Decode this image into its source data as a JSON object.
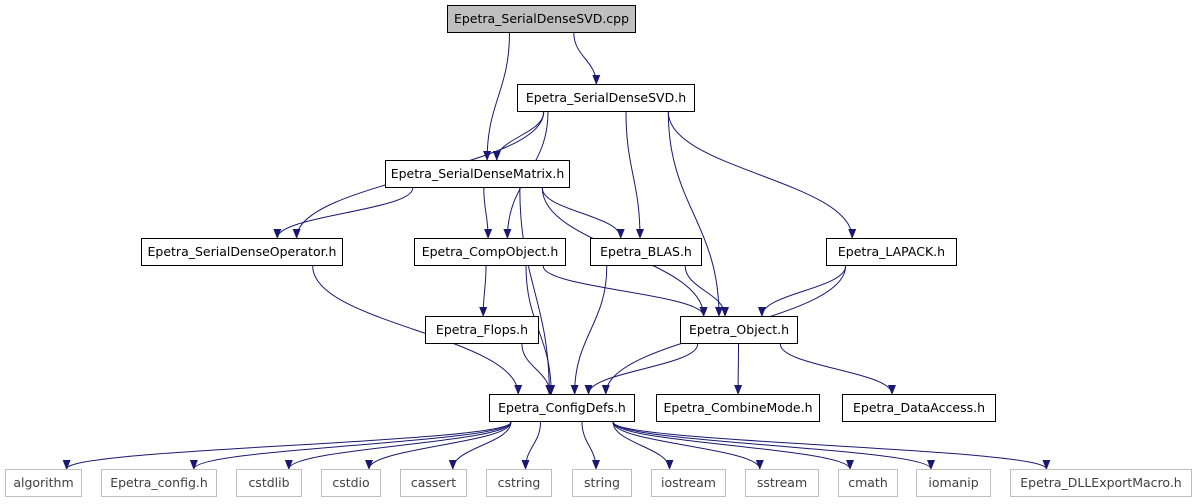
{
  "nodes": {
    "root": "Epetra_SerialDenseSVD.cpp",
    "svd_h": "Epetra_SerialDenseSVD.h",
    "matrix_h": "Epetra_SerialDenseMatrix.h",
    "operator_h": "Epetra_SerialDenseOperator.h",
    "compobject_h": "Epetra_CompObject.h",
    "blas_h": "Epetra_BLAS.h",
    "lapack_h": "Epetra_LAPACK.h",
    "flops_h": "Epetra_Flops.h",
    "object_h": "Epetra_Object.h",
    "configdefs_h": "Epetra_ConfigDefs.h",
    "combinemode_h": "Epetra_CombineMode.h",
    "dataaccess_h": "Epetra_DataAccess.h",
    "algorithm": "algorithm",
    "config_h": "Epetra_config.h",
    "cstdlib": "cstdlib",
    "cstdio": "cstdio",
    "cassert": "cassert",
    "cstring": "cstring",
    "string": "string",
    "iostream": "iostream",
    "sstream": "sstream",
    "cmath": "cmath",
    "iomanip": "iomanip",
    "dllexport_h": "Epetra_DLLExportMacro.h"
  },
  "edges": [
    [
      "root",
      "svd_h"
    ],
    [
      "root",
      "matrix_h"
    ],
    [
      "svd_h",
      "matrix_h"
    ],
    [
      "svd_h",
      "operator_h"
    ],
    [
      "svd_h",
      "compobject_h"
    ],
    [
      "svd_h",
      "blas_h"
    ],
    [
      "svd_h",
      "object_h"
    ],
    [
      "svd_h",
      "lapack_h"
    ],
    [
      "matrix_h",
      "operator_h"
    ],
    [
      "matrix_h",
      "compobject_h"
    ],
    [
      "matrix_h",
      "blas_h"
    ],
    [
      "matrix_h",
      "object_h"
    ],
    [
      "matrix_h",
      "configdefs_h"
    ],
    [
      "operator_h",
      "configdefs_h"
    ],
    [
      "compobject_h",
      "flops_h"
    ],
    [
      "compobject_h",
      "object_h"
    ],
    [
      "compobject_h",
      "configdefs_h"
    ],
    [
      "blas_h",
      "object_h"
    ],
    [
      "blas_h",
      "configdefs_h"
    ],
    [
      "lapack_h",
      "object_h"
    ],
    [
      "lapack_h",
      "configdefs_h"
    ],
    [
      "flops_h",
      "configdefs_h"
    ],
    [
      "object_h",
      "configdefs_h"
    ],
    [
      "object_h",
      "combinemode_h"
    ],
    [
      "object_h",
      "dataaccess_h"
    ],
    [
      "configdefs_h",
      "algorithm"
    ],
    [
      "configdefs_h",
      "config_h"
    ],
    [
      "configdefs_h",
      "cstdlib"
    ],
    [
      "configdefs_h",
      "cstdio"
    ],
    [
      "configdefs_h",
      "cassert"
    ],
    [
      "configdefs_h",
      "cstring"
    ],
    [
      "configdefs_h",
      "string"
    ],
    [
      "configdefs_h",
      "iostream"
    ],
    [
      "configdefs_h",
      "sstream"
    ],
    [
      "configdefs_h",
      "cmath"
    ],
    [
      "configdefs_h",
      "iomanip"
    ],
    [
      "configdefs_h",
      "dllexport_h"
    ]
  ],
  "colors": {
    "edge": "#191970",
    "root_fill": "#bfbfbf",
    "node_border": "#000000",
    "system_border": "#bfbfbf"
  }
}
